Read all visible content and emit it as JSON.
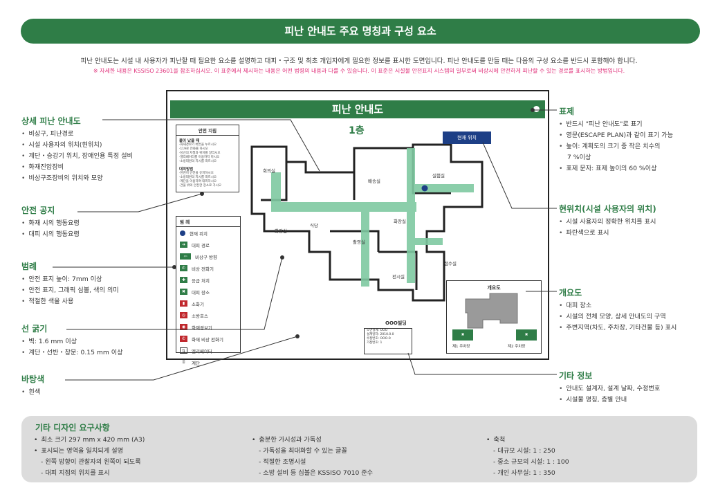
{
  "banner": {
    "title": "피난 안내도 주요 명칭과 구성 요소"
  },
  "intro": {
    "text": "피난 안내도는 시설 내 사용자가 피난할 때 필요한 요소를 설명하고 대피・구조 및 최초 개입자에게 필요한 정보를 표시한 도면입니다. 피난 안내도를 만들 때는 다음의 구성 요소를 반드시 포함해야 합니다.",
    "note": "※ 자세한 내용은 KSSISO 23601을 참조하십시오.  이 표준에서 제시하는 내용은 어떤 법령의 내용과 다를 수 있습니다. 이 표준은 시설물 안전표지 시스템의 일부로써 비상시에 안전하게 피난할 수 있는 경로를 표시하는 방법입니다."
  },
  "left": [
    {
      "title": "상세 피난 안내도",
      "items": [
        "비상구, 피난경로",
        "시설 사용자의 위치(현위치)",
        "계단・승강기 위치, 장애인용 특정 설비",
        "화재진압장비",
        "비상구조장비의 위치와 모양"
      ]
    },
    {
      "title": "안전 공지",
      "items": [
        "화재 시의 행동요령",
        "대피 시의 행동요령"
      ]
    },
    {
      "title": "범례",
      "items": [
        "안전 표지 높이: 7mm 이상",
        "안전 표지, 그래픽 심볼, 색의 의미",
        "적절한 색을 사용"
      ]
    },
    {
      "title": "선 굵기",
      "items": [
        "벽: 1.6 mm 이상",
        "계단・선반・창문: 0.15 mm 이상"
      ]
    },
    {
      "title": "바탕색",
      "items": [
        "흰색"
      ]
    }
  ],
  "right": [
    {
      "title": "표제",
      "items": [
        "반드시 \"피난 안내도\"로 표기",
        "영문(ESCAPE PLAN)과 같이 표기 가능",
        "높이: 계획도의 크기 중 작은 치수의",
        "7 %이상",
        "표제 문자: 표제 높이의 60 %이상"
      ]
    },
    {
      "title": "현위치(시설 사용자의 위치)",
      "items": [
        "시설 사용자의 정확한 위치를 표시",
        "파란색으로 표시"
      ]
    },
    {
      "title": "개요도",
      "items": [
        "대피 장소",
        "시설의 전체 모양, 상세 안내도의 구역",
        "주변지역(차도, 주차장, 기타건물 등) 표시"
      ]
    },
    {
      "title": "기타 정보",
      "items": [
        "안내도 설계자, 설계 날짜, 수정번호",
        "시설물 명칭, 층별 안내"
      ]
    }
  ],
  "poster": {
    "title": "피난 안내도",
    "floor": "1층",
    "current_location_tag": "현재 위치",
    "safety_box_title": "안전 지침",
    "safety_fire_title": "불이 났을 때",
    "safety_fire_lines": [
      "·화재경보기 버튼을 누르시오",
      "·119로 전화를 하시오",
      "·당신의 자필과 위치를 알리시오",
      "·엘리베이터를 이용하지 마시오",
      "·소방대원의 지시를 따르시오"
    ],
    "safety_evac_title": "대피방법",
    "safety_evac_lines": [
      "·천천히 안전을 유지하시오",
      "·소방대원의 지시를 따르시오",
      "·계단을 이용하여 대피하시오",
      "·건물 밖의 안전한 장소로 가시오"
    ],
    "legend_title": "범 례",
    "legend": [
      "현재 위치",
      "대피 경로",
      "비상구 방향",
      "비상 전화기",
      "응급 처치",
      "대피 장소",
      "소화기",
      "소방호스",
      "화재경보기",
      "화재 비상 전화기",
      "엘리베이터",
      "계단"
    ],
    "rooms": [
      "회의실",
      "배송실",
      "실험실",
      "화장실",
      "식당",
      "촬영실",
      "화장실",
      "전시실",
      "접수실"
    ],
    "overview_title": "개요도",
    "parking1": "제1 주차장",
    "parking2": "제2 주차장",
    "building_name": "OOO빌딩",
    "building_info": [
      "도면설계: OOO",
      "설계일자: 2010.0.0",
      "수정번호: OOO-0",
      "가정번호: 1"
    ]
  },
  "bottom": {
    "title": "기타 디자인 요구사항",
    "col1": [
      {
        "t": "최소 크기 297 mm x 420 mm (A3)",
        "k": "b"
      },
      {
        "t": "표시되는 영역을 일치되게 설명",
        "k": "b"
      },
      {
        "t": "- 왼쪽 방향이 관찰자의 왼쪽이 되도록",
        "k": "d"
      },
      {
        "t": "- 대피 지점의 위치를 표시",
        "k": "d"
      }
    ],
    "col2": [
      {
        "t": "충분한 가시성과 가독성",
        "k": "b"
      },
      {
        "t": "- 가독성을 최대화할 수 있는 글꼴",
        "k": "d"
      },
      {
        "t": "- 적절한 조명시설",
        "k": "d"
      },
      {
        "t": "- 소방 설비 등 심볼은 KSSISO 7010 준수",
        "k": "d"
      }
    ],
    "col3": [
      {
        "t": "축척",
        "k": "b"
      },
      {
        "t": "- 대규모 시설: 1 : 250",
        "k": "d"
      },
      {
        "t": "- 중소 규모의 시설: 1 : 100",
        "k": "d"
      },
      {
        "t": "- 개인 사무실:  1 : 350",
        "k": "d"
      }
    ]
  },
  "colors": {
    "green": "#2f7d47",
    "blue": "#1d3f86",
    "red": "#c0282d",
    "route": "#7fc9a1"
  }
}
